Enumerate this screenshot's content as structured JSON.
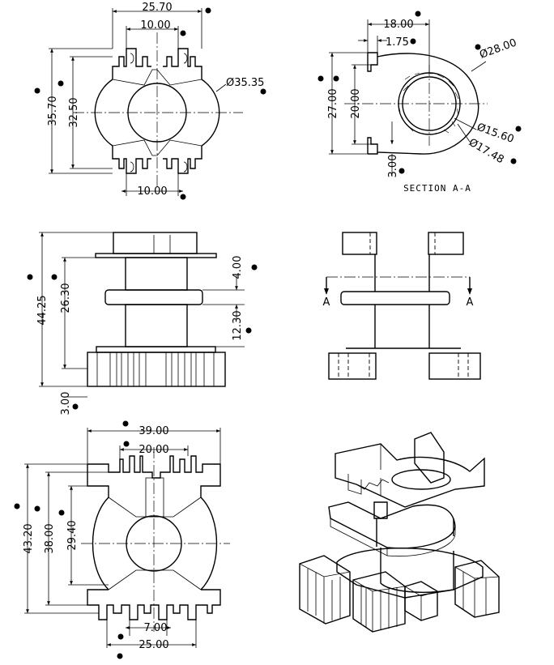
{
  "top_view": {
    "dim_width": "25.70",
    "dim_slot_top": "10.00",
    "dim_slot_bottom": "10.00",
    "dim_height": "35.70",
    "dim_inner_height": "32.50",
    "dim_diameter": "Ø35.35"
  },
  "section_view": {
    "dim_width": "18.00",
    "dim_wall": "1.75",
    "dim_outer_dia": "Ø28.00",
    "dim_height": "27.00",
    "dim_inner_height": "20.00",
    "dim_bore": "Ø15.60",
    "dim_bore_outer": "Ø17.48",
    "dim_lip": "3.00",
    "title": "SECTION A-A"
  },
  "side_view": {
    "dim_total_height": "44.25",
    "dim_height": "26.30",
    "dim_flange": "4.00",
    "dim_gap": "12.30",
    "dim_pin": "3.00"
  },
  "front_view": {
    "section_mark_left": "A",
    "section_mark_right": "A"
  },
  "bottom_view": {
    "dim_width": "39.00",
    "dim_slot": "20.00",
    "dim_height": "43.20",
    "dim_inner_height": "38.00",
    "dim_core_height": "29.40",
    "dim_pin_pitch": "7.00",
    "dim_pin_span": "25.00"
  }
}
